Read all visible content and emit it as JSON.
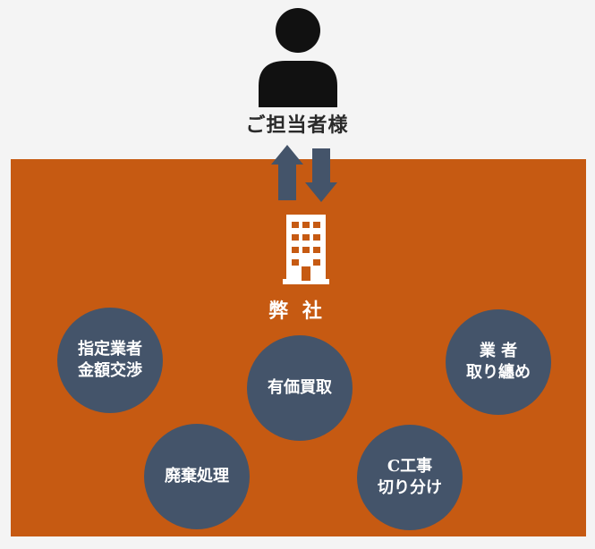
{
  "customer_label": "ご担当者様",
  "company_label": "弊 社",
  "services": [
    {
      "lines": [
        "指定業者",
        "金額交渉"
      ]
    },
    {
      "lines": [
        "有価買取"
      ]
    },
    {
      "lines": [
        "業 者",
        "取り纏め"
      ]
    },
    {
      "lines": [
        "廃棄処理"
      ]
    },
    {
      "lines": [
        "C工事",
        "切り分け"
      ]
    }
  ],
  "colors": {
    "panel": "#c65a12",
    "circle": "#44546a",
    "arrow": "#44546a",
    "icon": "#111111",
    "background": "#f4f4f4"
  },
  "icons": [
    "person-icon",
    "up-arrow-icon",
    "down-arrow-icon",
    "building-icon"
  ]
}
